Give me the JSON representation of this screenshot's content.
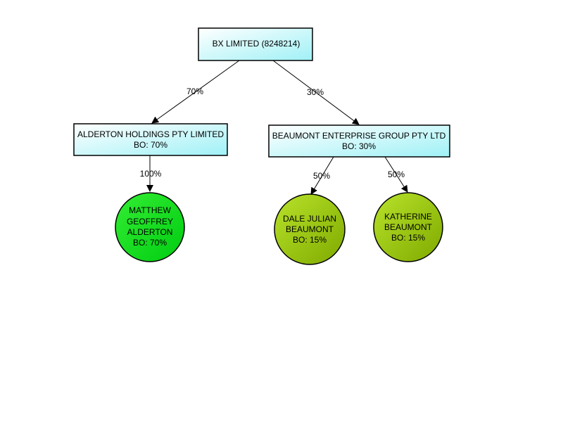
{
  "nodes": {
    "root": {
      "lines": [
        "BX LIMITED (8248214)"
      ]
    },
    "alderton_holdings": {
      "lines": [
        "ALDERTON HOLDINGS PTY LIMITED",
        "BO: 70%"
      ]
    },
    "beaumont_enterprise": {
      "lines": [
        "BEAUMONT ENTERPRISE GROUP PTY LTD",
        "BO: 30%"
      ]
    },
    "matthew": {
      "lines": [
        "MATTHEW",
        "GEOFFREY",
        "ALDERTON",
        "BO: 70%"
      ]
    },
    "dale": {
      "lines": [
        "DALE JULIAN",
        "BEAUMONT",
        "BO: 15%"
      ]
    },
    "katherine": {
      "lines": [
        "KATHERINE",
        "BEAUMONT",
        "BO: 15%"
      ]
    }
  },
  "edges": {
    "root_to_alderton": "70%",
    "root_to_beaumont": "30%",
    "alderton_to_matthew": "100%",
    "beaumont_to_dale": "50%",
    "beaumont_to_katherine": "50%"
  },
  "colors": {
    "company_fill_light": "#ffffff",
    "company_fill_dark": "#9ff1f6",
    "person_bright_light": "#33ee33",
    "person_bright_dark": "#00cc11",
    "person_olive_light": "#b8e22a",
    "person_olive_dark": "#7faa00",
    "stroke": "#000000"
  }
}
